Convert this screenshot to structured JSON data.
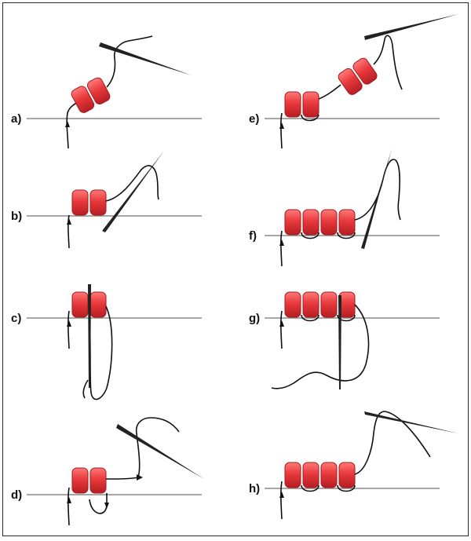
{
  "steps": [
    {
      "label": "a)"
    },
    {
      "label": "b)"
    },
    {
      "label": "c)"
    },
    {
      "label": "d)"
    },
    {
      "label": "e)"
    },
    {
      "label": "f)"
    },
    {
      "label": "g)"
    },
    {
      "label": "h)"
    }
  ],
  "colors": {
    "bead": "#e8393c",
    "bead_dark": "#b01f24",
    "bead_light": "#ff8a8a",
    "thread": "#111111",
    "line": "#8a8a8a"
  }
}
